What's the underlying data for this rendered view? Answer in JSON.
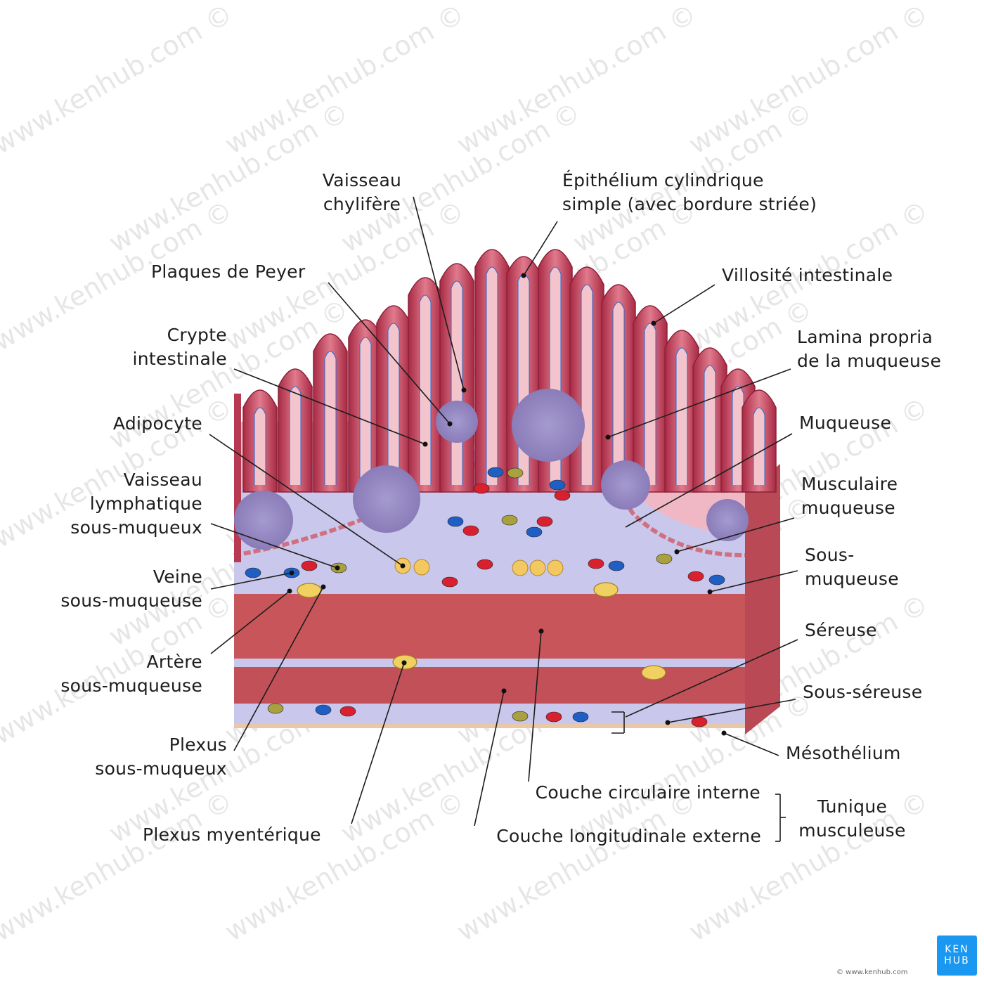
{
  "labels": {
    "vaisseau_chylifere": [
      "Vaisseau",
      "chylifère"
    ],
    "epithelium": [
      "Épithélium cylindrique",
      "simple (avec bordure striée)"
    ],
    "plaques_peyer": [
      "Plaques de Peyer"
    ],
    "villosite": [
      "Villosité intestinale"
    ],
    "crypte": [
      "Crypte",
      "intestinale"
    ],
    "lamina_propria": [
      "Lamina propria",
      "de la muqueuse"
    ],
    "adipocyte": [
      "Adipocyte"
    ],
    "muqueuse": [
      "Muqueuse"
    ],
    "musculaire_muqueuse": [
      "Musculaire",
      "muqueuse"
    ],
    "vaisseau_lymphatique": [
      "Vaisseau",
      "lymphatique",
      "sous-muqueux"
    ],
    "sous_muqueuse": [
      "Sous-",
      "muqueuse"
    ],
    "veine": [
      "Veine",
      "sous-muqueuse"
    ],
    "sereuse": [
      "Séreuse"
    ],
    "artere": [
      "Artère",
      "sous-muqueuse"
    ],
    "sous_sereuse": [
      "Sous-séreuse"
    ],
    "plexus_sous_muqueux": [
      "Plexus",
      "sous-muqueux"
    ],
    "mesothelium": [
      "Mésothélium"
    ],
    "couche_circulaire": [
      "Couche circulaire interne"
    ],
    "plexus_myenterique": [
      "Plexus myentérique"
    ],
    "couche_longitudinale": [
      "Couche longitudinale externe"
    ],
    "tunique": [
      "Tunique",
      "musculeuse"
    ]
  },
  "logo": {
    "line1": "KEN",
    "line2": "HUB"
  },
  "copyright": "© www.kenhub.com",
  "watermark": "www.kenhub.com ©",
  "colors": {
    "villus": "#c9485e",
    "submucosa": "#c9c8ec",
    "muscle": "#c8555a",
    "artery": "#d8202e",
    "vein": "#1f5fc4",
    "lymph": "#a9a040",
    "peyer": "#9a8cc4",
    "adipocyte": "#f3c860",
    "brand": "#1a97f0"
  }
}
